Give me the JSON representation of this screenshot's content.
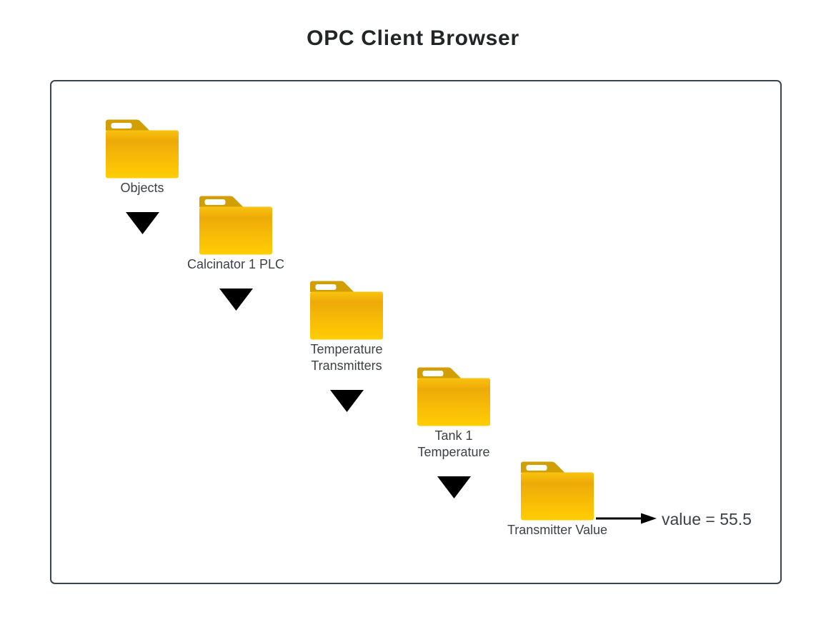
{
  "title": "OPC Client Browser",
  "diagram": {
    "nodes": [
      {
        "name": "Objects",
        "lines": [
          "Objects"
        ]
      },
      {
        "name": "Calcinator 1 PLC",
        "lines": [
          "Calcinator 1 PLC"
        ]
      },
      {
        "name": "Temperature Transmitters",
        "lines": [
          "Temperature",
          "Transmitters"
        ]
      },
      {
        "name": "Tank 1 Temperature",
        "lines": [
          "Tank 1",
          "Temperature"
        ]
      },
      {
        "name": "Transmitter Value",
        "lines": [
          "Transmitter Value"
        ]
      }
    ],
    "leaf_value_label": "value = 55.5"
  },
  "icons": {
    "folder": "folder-icon",
    "expand_arrow": "down-triangle-icon",
    "value_arrow": "right-arrow-icon"
  },
  "colors": {
    "title_text": "#222426",
    "label_text": "#3d4045",
    "frame_border": "#3b434b",
    "folder_tab": "#d19f04",
    "folder_body_top": "#f9c30e",
    "folder_body_mid": "#eeaa08",
    "folder_body_bottom": "#ffce04",
    "arrow": "#000000"
  }
}
